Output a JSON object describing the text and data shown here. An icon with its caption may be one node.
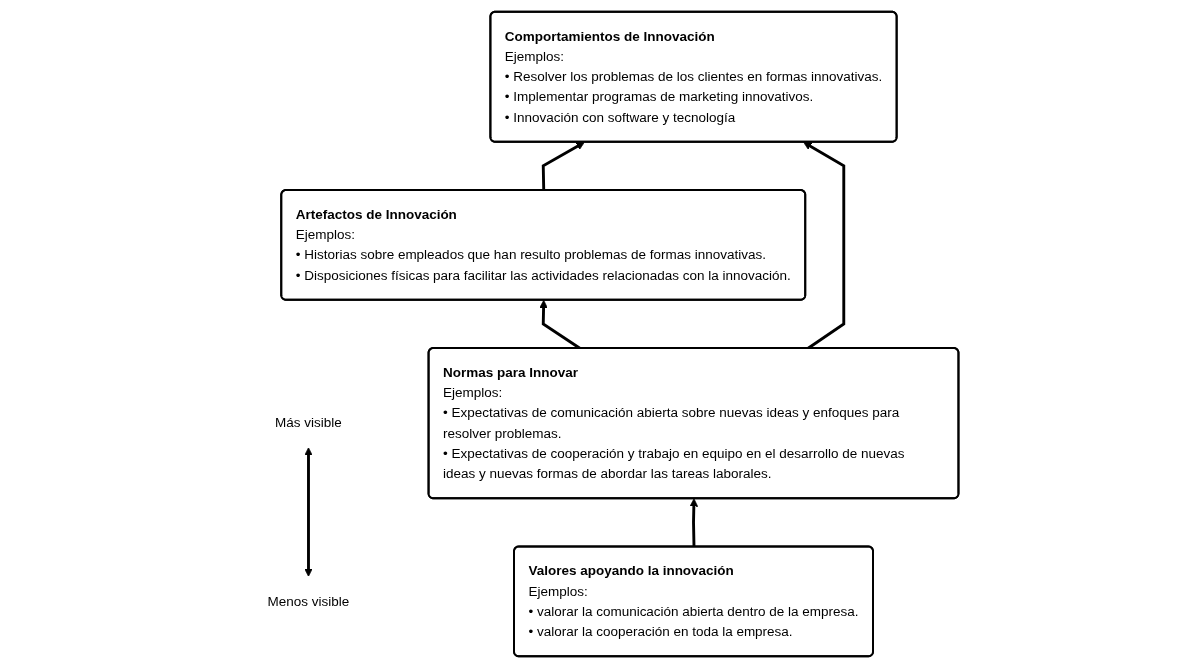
{
  "diagram": {
    "nodes": [
      {
        "text": [
          "Más visible"
        ]
      },
      {
        "text": [
          "Artefactos de Innovación",
          "Ejemplos:",
          "• Historias sobre empleados que han resulto problemas de formas innovativas.",
          "• Disposiciones físicas para facilitar las actividades relacionadas con la innovación."
        ]
      },
      {
        "text": [
          "Comportamientos de Innovación",
          "Ejemplos:",
          "• Resolver los problemas de los clientes en formas innovativas.",
          "• Implementar programas de marketing innovativos.",
          "• Innovación con software y tecnología"
        ]
      },
      {
        "text": [
          "Normas para Innovar",
          "Ejemplos:",
          "• Expectativas de comunicación abierta sobre nuevas ideas y enfoques para resolver problemas.",
          "• Expectativas de cooperación y trabajo en equipo en el desarrollo de nuevas ideas y nuevas formas de abordar las tareas laborales."
        ]
      },
      {
        "text": [
          "Valores apoyando la innovación",
          "Ejemplos:",
          "• valorar la comunicación abierta dentro de la empresa.",
          "• valorar la cooperación en toda la empresa."
        ]
      },
      {
        "text": [
          "Menos visible"
        ]
      }
    ],
    "edges": [
      {
        "from": 5,
        "to": 0,
        "arrow": "both"
      },
      {
        "from": 3,
        "to": 1,
        "arrow": "to"
      },
      {
        "from": 4,
        "to": 3,
        "arrow": "to"
      },
      {
        "from": 1,
        "to": 2,
        "arrow": "to"
      },
      {
        "from": 3,
        "to": 2,
        "arrow": "to"
      }
    ]
  }
}
